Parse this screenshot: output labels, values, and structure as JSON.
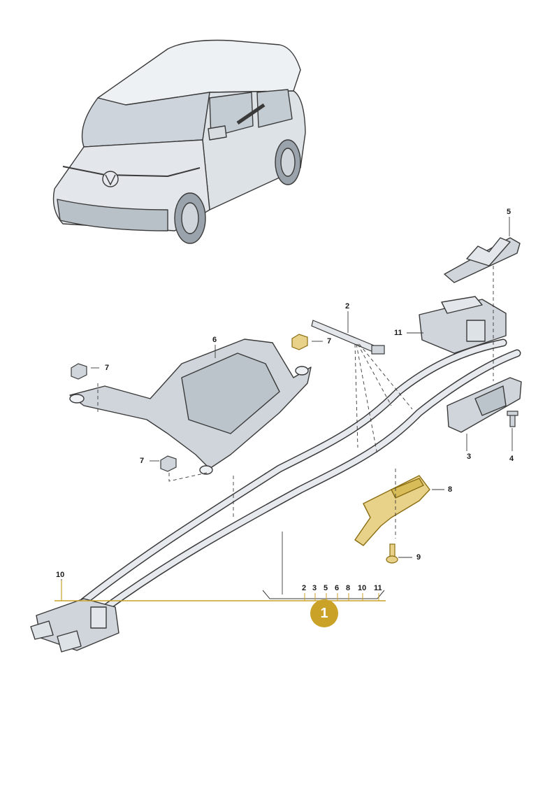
{
  "colors": {
    "highlight": "#c9a227",
    "line_art": "#3a3a3a",
    "vehicle_fill": "#e6eaee",
    "part_fill": "#cfd5da"
  },
  "vehicle": {
    "icon": "electric-van-illustration",
    "badge_icon": "vw-logo"
  },
  "callouts": {
    "c2": "2",
    "c3": "3",
    "c4": "4",
    "c5": "5",
    "c6": "6",
    "c7a": "7",
    "c7b": "7",
    "c7c": "7",
    "c8": "8",
    "c9": "9",
    "c10": "10",
    "c11": "11"
  },
  "summary": {
    "items": [
      "2",
      "3",
      "5",
      "6",
      "8",
      "10",
      "11"
    ],
    "main_label": "1"
  }
}
